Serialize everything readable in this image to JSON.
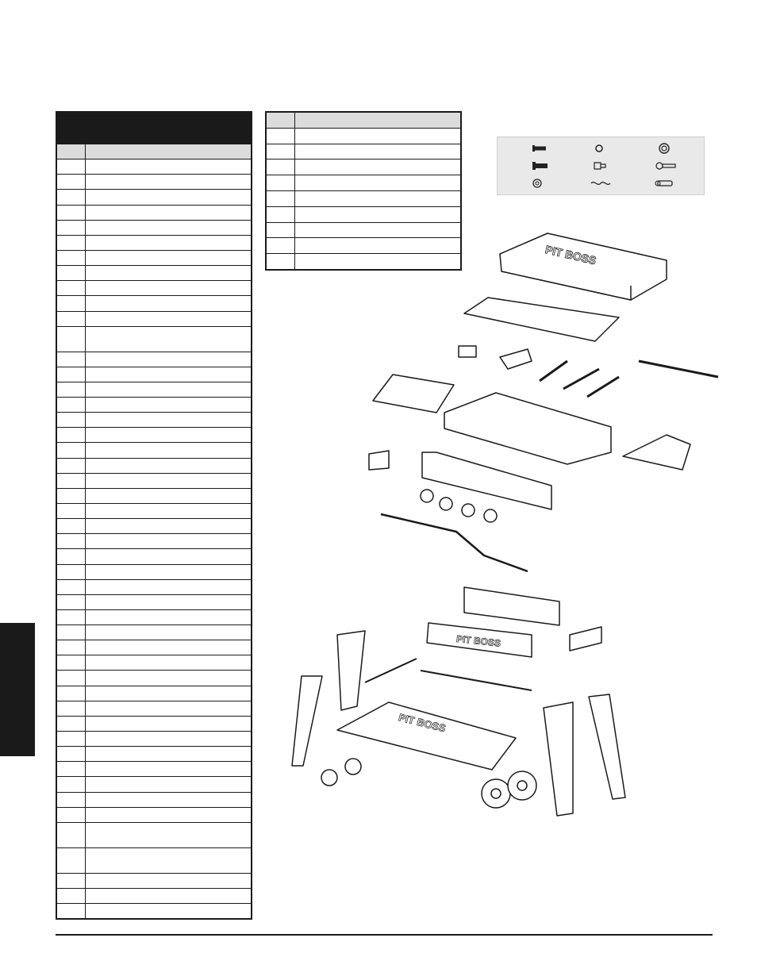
{
  "colors": {
    "ink": "#1a1a1a",
    "header_fill": "#1a1a1a",
    "colhead_fill": "#dcdcdc",
    "hardware_bg": "#e9e9e9"
  },
  "parts_table_left": {
    "header": "",
    "column_headers": [
      "",
      ""
    ],
    "rows": 48,
    "tall_rows": [
      12,
      44,
      45
    ]
  },
  "parts_table_right": {
    "column_headers": [
      "",
      ""
    ],
    "rows": 9
  },
  "hardware_icons": [
    "bolt-icon",
    "washer-icon",
    "ring-icon",
    "bolt-icon",
    "screw-anchor-icon",
    "pin-icon",
    "flat-washer-icon",
    "wire-clip-icon",
    "sleeve-icon"
  ],
  "diagram": {
    "lid_brand": "PIT BOSS",
    "front_panel_brand": "PIT BOSS",
    "base_brand": "PIT BOSS"
  }
}
